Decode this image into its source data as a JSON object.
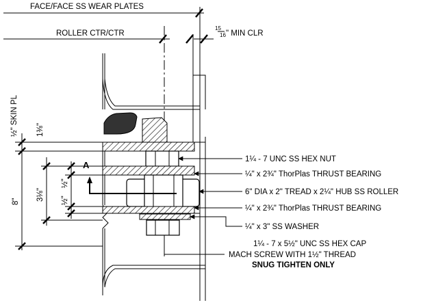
{
  "dims": {
    "face_face": "FACE/FACE SS WEAR PLATES",
    "roller_ctr": "ROLLER CTR/CTR",
    "min_clr_num": "15",
    "min_clr_den": "16",
    "min_clr_label": "\" MIN CLR"
  },
  "vertical_dims": {
    "skin_pl": "½\" SKIN PL",
    "d1": "1⅜\"",
    "d2": "3⅛\"",
    "d3": "½\"",
    "d4": "½\"",
    "d5": "8\""
  },
  "section_mark": "A",
  "callouts": {
    "hex_nut": "1¼ - 7 UNC SS HEX NUT",
    "thrust_bearing_top": "¼\" x 2¾\" ThorPlas THRUST BEARING",
    "roller": "6\" DIA x 2\" TREAD x 2¼\" HUB SS ROLLER",
    "thrust_bearing_bottom": "¼\" x 2¾\" ThorPlas THRUST BEARING",
    "washer": "¼\" x 3\" SS WASHER",
    "cap_screw_line1": "1¼ - 7 x 5½\" UNC SS HEX CAP",
    "cap_screw_line2": "MACH SCREW WITH 1½\" THREAD",
    "note": "SNUG TIGHTEN ONLY"
  }
}
